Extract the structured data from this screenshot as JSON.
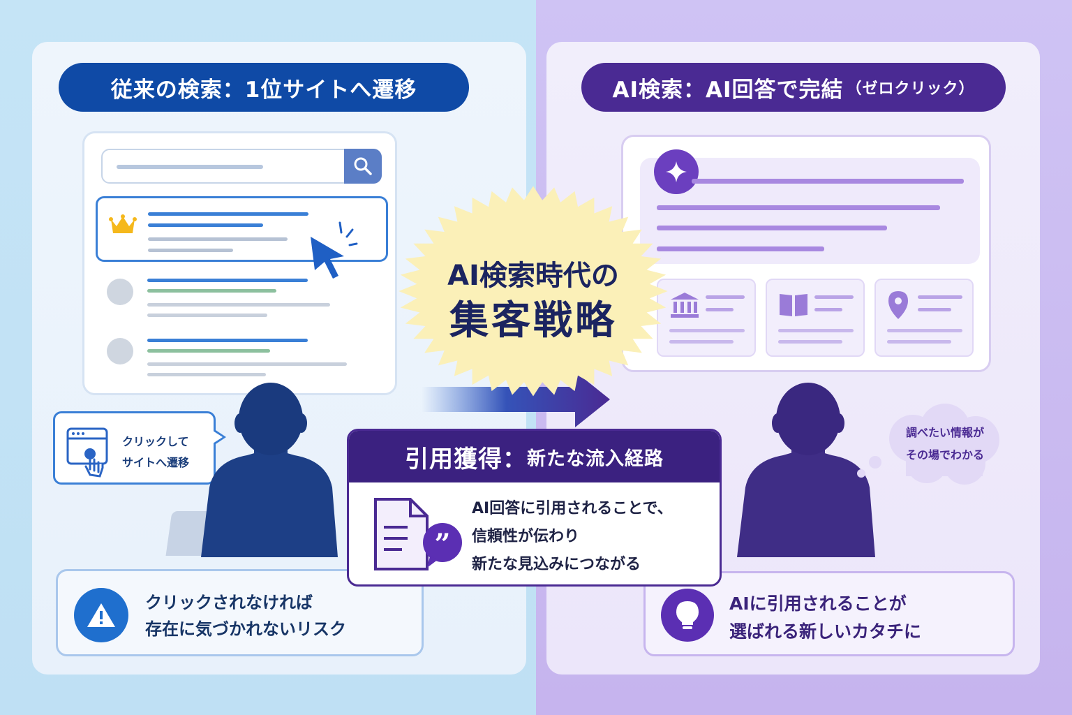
{
  "left": {
    "header_main": "従来の検索：1位サイトへ遷移",
    "callout": [
      "クリックして",
      "サイトへ遷移"
    ],
    "risk": [
      "クリックされなければ",
      "存在に気づかれないリスク"
    ]
  },
  "right": {
    "header_main": "AI検索：AI回答で完結",
    "header_sub": "（ゼロクリック）",
    "thought": [
      "調べたい情報が",
      "その場でわかる"
    ],
    "hint": [
      "AIに引用されることが",
      "選ばれる新しいカタチに"
    ]
  },
  "center": {
    "title_line1": "AI検索時代の",
    "title_line2": "集客戦略"
  },
  "citation": {
    "header_main": "引用獲得：",
    "header_sub": "新たな流入経路",
    "body": [
      "AI回答に引用されることで、",
      "信頼性が伝わり",
      "新たな見込みにつながる"
    ]
  },
  "colors": {
    "left_accent": "#0f4aa6",
    "right_accent": "#4a2a93",
    "burst": "#fbf0b8"
  },
  "icons": [
    "search-icon",
    "crown-icon",
    "cursor-icon",
    "browser-icon",
    "hand-pointer-icon",
    "warning-icon",
    "sparkle-icon",
    "bank-icon",
    "book-icon",
    "map-pin-icon",
    "lightbulb-icon",
    "document-icon",
    "quote-icon",
    "arrow-right-icon"
  ]
}
